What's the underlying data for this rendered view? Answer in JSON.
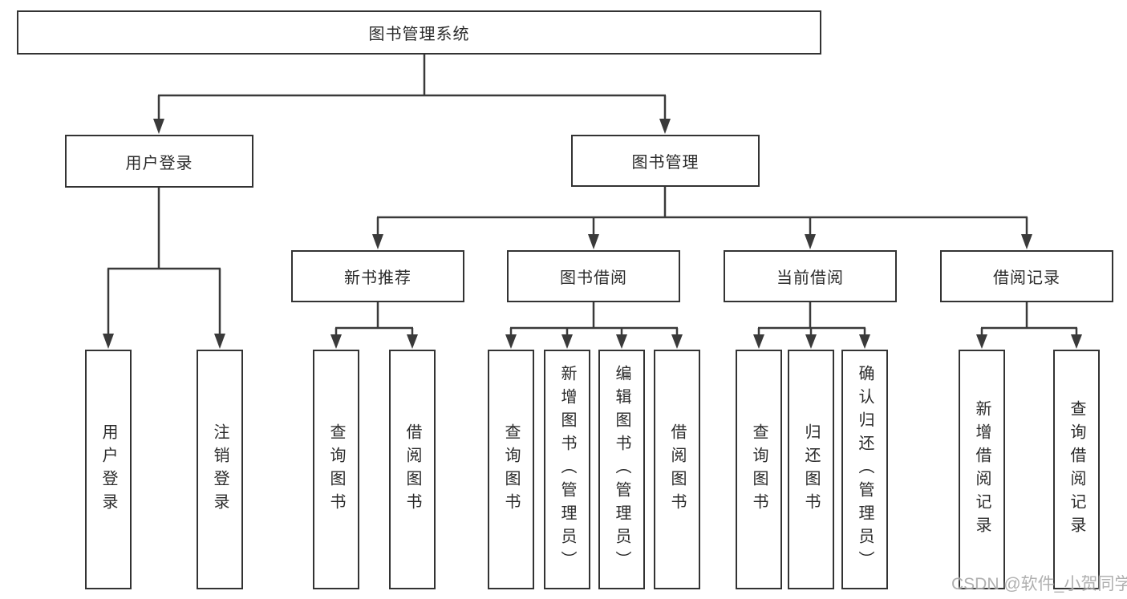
{
  "tree": {
    "root": "图书管理系统",
    "branches": [
      {
        "label": "用户登录",
        "children": [
          "用户登录",
          "注销登录"
        ]
      },
      {
        "label": "图书管理",
        "groups": [
          {
            "label": "新书推荐",
            "children": [
              "查询图书",
              "借阅图书"
            ]
          },
          {
            "label": "图书借阅",
            "children": [
              "查询图书",
              "新增图书（管理员）",
              "编辑图书（管理员）",
              "借阅图书"
            ]
          },
          {
            "label": "当前借阅",
            "children": [
              "查询图书",
              "归还图书",
              "确认归还（管理员）"
            ]
          },
          {
            "label": "借阅记录",
            "children": [
              "新增借阅记录",
              "查询借阅记录"
            ]
          }
        ]
      }
    ]
  },
  "watermark": "CSDN @软件_小贺同学",
  "colors": {
    "line": "#3a3a3a",
    "box_border": "#333333",
    "text": "#2b2b2b",
    "background": "#ffffff",
    "watermark": "#a8a8a8"
  }
}
